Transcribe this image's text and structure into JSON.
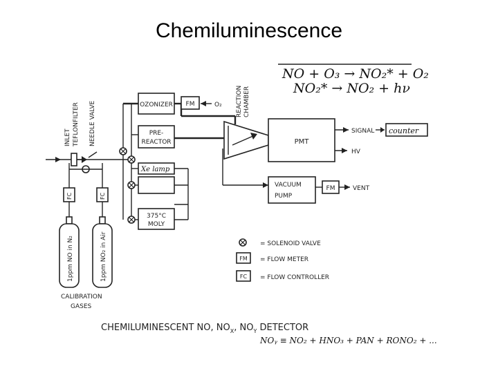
{
  "title": "Chemiluminescence",
  "equations": {
    "line1": "NO + O₃ → NO₂* + O₂",
    "line2": "NO₂* → NO₂ + hν",
    "bottom": "NOᵧ ≡ NO₂ + HNO₃ + PAN + RONO₂ + ..."
  },
  "components": {
    "ozonizer": "OZONIZER",
    "fm_ozonizer": "FM",
    "o2": "O₂",
    "reaction_chamber_1": "REACTION",
    "reaction_chamber_2": "CHAMBER",
    "prereactor_1": "PRE-",
    "prereactor_2": "REACTOR",
    "pmt": "PMT",
    "signal": "SIGNAL",
    "counter": "counter",
    "hv": "HV",
    "vacuum_pump_1": "VACUUM",
    "vacuum_pump_2": "PUMP",
    "fm_vent": "FM",
    "vent": "VENT",
    "xe_lamp": "Xe lamp",
    "moly_1": "375°C",
    "moly_2": "MOLY",
    "inlet_1": "INLET",
    "inlet_2": "TEFLONFILTER",
    "inlet_3": "NEEDLE VALVE",
    "fc_left": "FC",
    "fc_right": "FC",
    "cyl_left": "1ppm NO in N₂",
    "cyl_right": "1ppm NO₂ in Air",
    "calibration_1": "CALIBRATION",
    "calibration_2": "GASES"
  },
  "legend": {
    "solenoid_eq": "= SOLENOID VALVE",
    "fm_symbol": "FM",
    "fm_eq": "= FLOW METER",
    "fc_symbol": "FC",
    "fc_eq": "= FLOW CONTROLLER"
  },
  "caption": {
    "main": "CHEMILUMINESCENT NO, NO",
    "sub_x": "X",
    "mid": ", NO",
    "sub_y": "Y",
    "end": " DETECTOR"
  }
}
